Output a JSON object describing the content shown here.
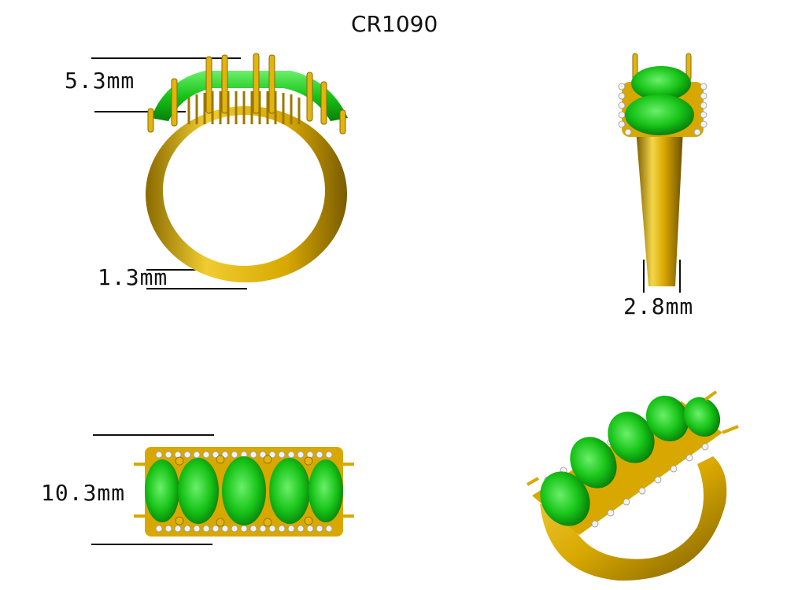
{
  "title": "CR1090",
  "dimensions": {
    "top_height": "5.3mm",
    "band_thickness": "1.3mm",
    "shank_width": "2.8mm",
    "face_width": "10.3mm"
  },
  "colors": {
    "gold": "#d8a800",
    "gold_dark": "#8a6a00",
    "gold_light": "#f4d64a",
    "gem": "#18c418",
    "gem_dark": "#07800a",
    "gem_light": "#6af06a",
    "diamond": "#f2f2f2",
    "line": "#111111"
  }
}
